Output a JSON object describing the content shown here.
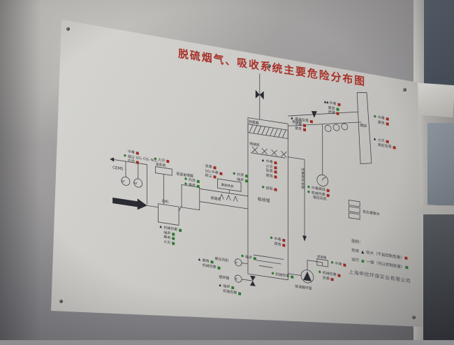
{
  "title": "脱硫烟气、吸收系统主要危险分布图",
  "company": "上海申欣环保实业有限公司",
  "colors": {
    "title_red": "#a83129",
    "marker_red": "#9e2b23",
    "marker_green": "#2f7a33",
    "line": "#3b3b41",
    "board_face": "#d0cfcb"
  },
  "labels": {
    "cems": "CEMS",
    "ax": "AX",
    "oil": "油系统",
    "fan": "风机",
    "economizer": "低温省煤器",
    "raw_duct": "原烟道",
    "emergency_spray": "事故喷淋",
    "demister": "除雾器",
    "spray_layer": "喷淋层",
    "absorber": "吸收塔",
    "clean_duct": "净烟道",
    "chimney": "烟囱",
    "booster_fan": "增压风机",
    "to_emergency_tank": "至事故浆液箱",
    "to_gypsum_dewatering": "至石膏脱水",
    "filtrate_tank": "滤液箱",
    "circ_pump": "浆液循环泵",
    "oxidation_fan": "氧化风机",
    "agitator": "搅拌器"
  },
  "legend": {
    "heading": "图例：",
    "rows": [
      {
        "label": "检修",
        "marker": "▲",
        "desc": "较大（不易控制危害）",
        "square": "red"
      },
      {
        "label": "运行",
        "marker": "●",
        "desc": "一般（可以控制危害）",
        "square": "green"
      }
    ]
  },
  "hazard_groups": [
    {
      "id": "flue-inlet",
      "rows": [
        {
          "pre": "",
          "text": "中毒",
          "sq": "red"
        },
        {
          "pre": "●",
          "text": "烟尘 SO₂ CO₂ NOₓ",
          "sq": ""
        },
        {
          "pre": "",
          "text": "灼烫",
          "sq": "red"
        }
      ]
    },
    {
      "id": "oil-fire",
      "rows": [
        {
          "pre": "●",
          "text": "火灾",
          "sq": "red"
        }
      ]
    },
    {
      "id": "fan-hazards",
      "rows": [
        {
          "pre": "▲",
          "text": "机械伤害",
          "sq": "green"
        },
        {
          "pre": "",
          "text": "噪声",
          "sq": "green"
        },
        {
          "pre": "",
          "text": "触电",
          "sq": "green"
        },
        {
          "pre": "",
          "text": "火灾",
          "sq": "green"
        }
      ]
    },
    {
      "id": "economizer-hazards",
      "rows": [
        {
          "pre": "●",
          "text": "灼烫",
          "sq": "green"
        },
        {
          "pre": "●",
          "text": "噪声",
          "sq": "green"
        }
      ]
    },
    {
      "id": "duct-hazards",
      "rows": [
        {
          "pre": "",
          "text": "泄漏",
          "sq": "red"
        },
        {
          "pre": "",
          "text": "SO₂中毒",
          "sq": "red"
        },
        {
          "pre": "",
          "text": "粉尘",
          "sq": "red"
        }
      ]
    },
    {
      "id": "spray-hazards",
      "rows": [
        {
          "pre": "●",
          "text": "灼烫",
          "sq": "green"
        },
        {
          "pre": "",
          "text": "噪声",
          "sq": "green"
        }
      ]
    },
    {
      "id": "tower-top-hazards",
      "rows": [
        {
          "pre": "▲",
          "text": "高处坠落",
          "sq": "red"
        },
        {
          "pre": "",
          "text": "中毒",
          "sq": "red"
        },
        {
          "pre": "",
          "text": "窒息",
          "sq": "red"
        }
      ]
    },
    {
      "id": "tower-internal",
      "rows": [
        {
          "pre": "▲",
          "text": "中毒",
          "sq": "red"
        },
        {
          "pre": "",
          "text": "火灾",
          "sq": "red"
        },
        {
          "pre": "",
          "text": "坠落",
          "sq": "red"
        },
        {
          "pre": "",
          "text": "腐蚀",
          "sq": "red"
        }
      ]
    },
    {
      "id": "scaling",
      "rows": [
        {
          "pre": "●",
          "text": "结垢",
          "sq": "red"
        }
      ]
    },
    {
      "id": "lower-tower",
      "rows": [
        {
          "pre": "●",
          "text": "中毒",
          "sq": "red"
        },
        {
          "pre": "",
          "text": "腐蚀",
          "sq": "red"
        }
      ]
    },
    {
      "id": "mech-bottom",
      "rows": [
        {
          "pre": "●",
          "text": "机械伤害",
          "sq": "green"
        }
      ]
    },
    {
      "id": "duct-instruments",
      "rows": [
        {
          "pre": "▲▲",
          "text": "中毒",
          "sq": "red"
        },
        {
          "pre": "",
          "text": "窒息",
          "sq": "green"
        },
        {
          "pre": "",
          "text": "泄漏",
          "sq": "red"
        }
      ]
    },
    {
      "id": "chimney-upper",
      "rows": [
        {
          "pre": "●",
          "text": "中毒",
          "sq": "red"
        },
        {
          "pre": "",
          "text": "窒息",
          "sq": "red"
        }
      ]
    },
    {
      "id": "chimney-lower",
      "rows": [
        {
          "pre": "▲",
          "text": "火灾",
          "sq": "red"
        },
        {
          "pre": "",
          "text": "高处坠落",
          "sq": "red"
        }
      ]
    },
    {
      "id": "tankline-hazards",
      "rows": [
        {
          "pre": "●",
          "text": "中毒腐蚀",
          "sq": "red"
        },
        {
          "pre": "●",
          "text": "机械伤害",
          "sq": "red"
        }
      ]
    },
    {
      "id": "oxfan-left",
      "rows": [
        {
          "pre": "▲",
          "text": "触电",
          "sq": "green"
        },
        {
          "pre": "",
          "text": "机械伤害",
          "sq": "green"
        }
      ]
    },
    {
      "id": "oxfan-noise",
      "rows": [
        {
          "pre": "●",
          "text": "噪声",
          "sq": "green"
        }
      ]
    },
    {
      "id": "agitator-hazards",
      "rows": [
        {
          "pre": "▲",
          "text": "噪声",
          "sq": "green"
        },
        {
          "pre": "",
          "text": "机械伤害",
          "sq": "green"
        }
      ]
    },
    {
      "id": "pump-hazards",
      "rows": [
        {
          "pre": "●",
          "text": "机械伤害",
          "sq": "red"
        },
        {
          "pre": "",
          "text": "泄漏",
          "sq": "red"
        }
      ]
    },
    {
      "id": "filtrate-hazard",
      "rows": [
        {
          "pre": "●",
          "text": "中毒",
          "sq": "red"
        }
      ]
    }
  ]
}
